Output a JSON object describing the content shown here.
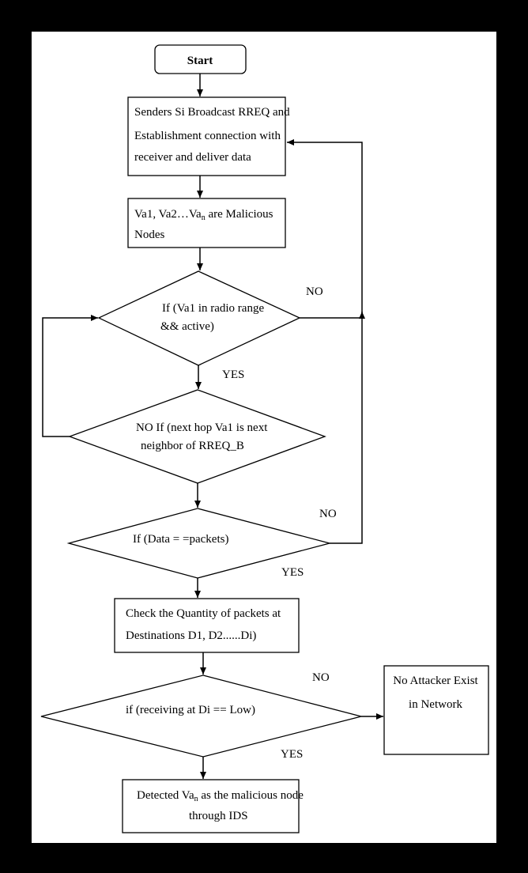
{
  "flowchart": {
    "start": "Start",
    "step1": [
      "Senders Si Broadcast RREQ and",
      "Establishment connection with",
      "receiver and deliver data"
    ],
    "step2": {
      "line1_pre": "Va1, Va2…Va",
      "line1_sub": "n",
      "line1_post": " are Malicious",
      "line2": "Nodes"
    },
    "decision1": [
      "If (Va1  in radio range",
      "&& active)"
    ],
    "decision2": {
      "no_prefix": "NO",
      "line1": " If (next hop Va1 is next",
      "line2": "neighbor of RREQ_B"
    },
    "decision3": "If (Data = =packets)",
    "step3": [
      "Check the Quantity of packets at",
      "Destinations D1, D2......Di)"
    ],
    "decision4": "if (receiving at Di == Low)",
    "result_no_attacker": [
      "No Attacker Exist",
      "in Network"
    ],
    "result_detected": {
      "line1_pre": "Detected Va",
      "line1_sub": "n",
      "line1_post": " as the malicious node",
      "line2": "through IDS"
    },
    "labels": {
      "d1_no": "NO",
      "d1_yes": "YES",
      "d3_no": "NO",
      "d3_yes": "YES",
      "d4_no": "NO",
      "d4_yes": "YES"
    }
  }
}
